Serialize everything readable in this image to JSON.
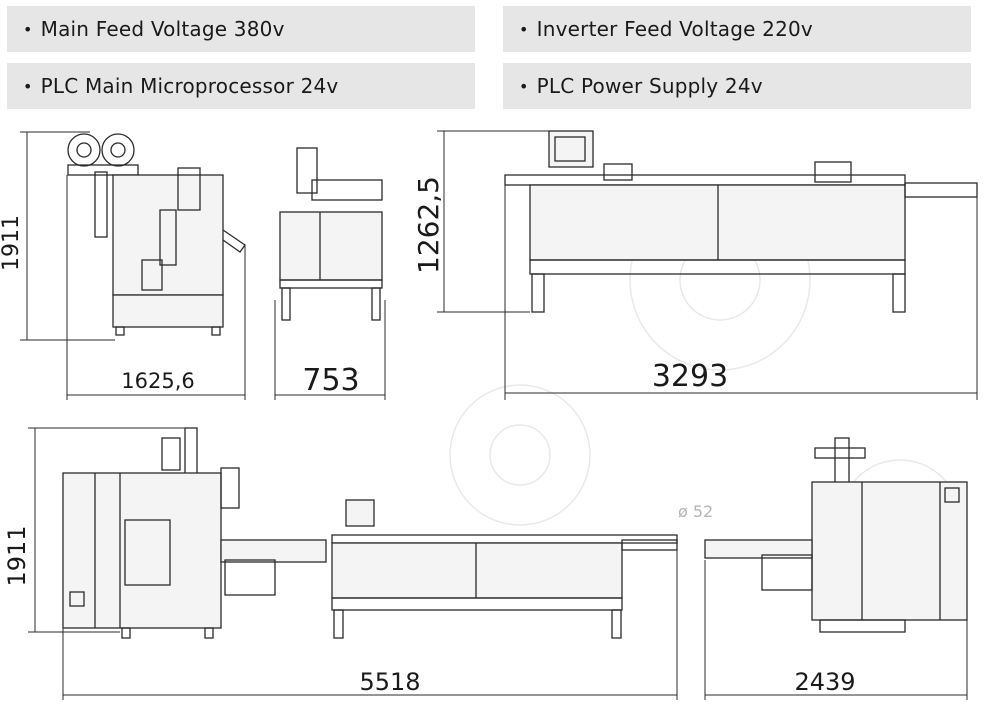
{
  "specs": [
    {
      "text": "Main Feed Voltage 380v"
    },
    {
      "text": "Inverter Feed Voltage 220v"
    },
    {
      "text": "PLC Main Microprocessor 24v"
    },
    {
      "text": "PLC Power Supply 24v"
    }
  ],
  "bullet": "•",
  "dimensions": {
    "side_height": "1911",
    "side_depth": "1625,6",
    "front_width": "753",
    "conveyor_height": "1262,5",
    "conveyor_length": "3293",
    "full_height": "1911",
    "full_length": "5518",
    "end_length": "2439",
    "diameter": "ø 52"
  }
}
